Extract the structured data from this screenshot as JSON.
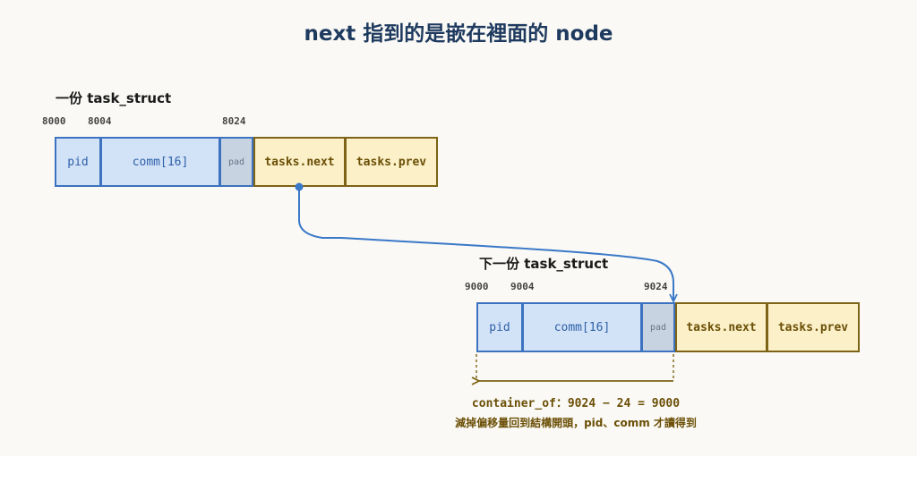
{
  "title": "next 指到的是嵌在裡面的 node",
  "struct1": {
    "label": "一份 task_struct",
    "addrs": [
      "8000",
      "8004",
      "8024"
    ],
    "fields": {
      "pid": "pid",
      "comm": "comm[16]",
      "pad": "pad",
      "next": "tasks.next",
      "prev": "tasks.prev"
    }
  },
  "struct2": {
    "label": "下一份 task_struct",
    "addrs": [
      "9000",
      "9004",
      "9024"
    ],
    "fields": {
      "pid": "pid",
      "comm": "comm[16]",
      "pad": "pad",
      "next": "tasks.next",
      "prev": "tasks.prev"
    }
  },
  "formula": "container_of：9024 − 24 = 9000",
  "note": "減掉偏移量回到結構開頭，pid、comm 才讀得到",
  "colors": {
    "blue_border": "#3d72c0",
    "gold_border": "#7d6316",
    "arrow_blue": "#3a78c8"
  }
}
